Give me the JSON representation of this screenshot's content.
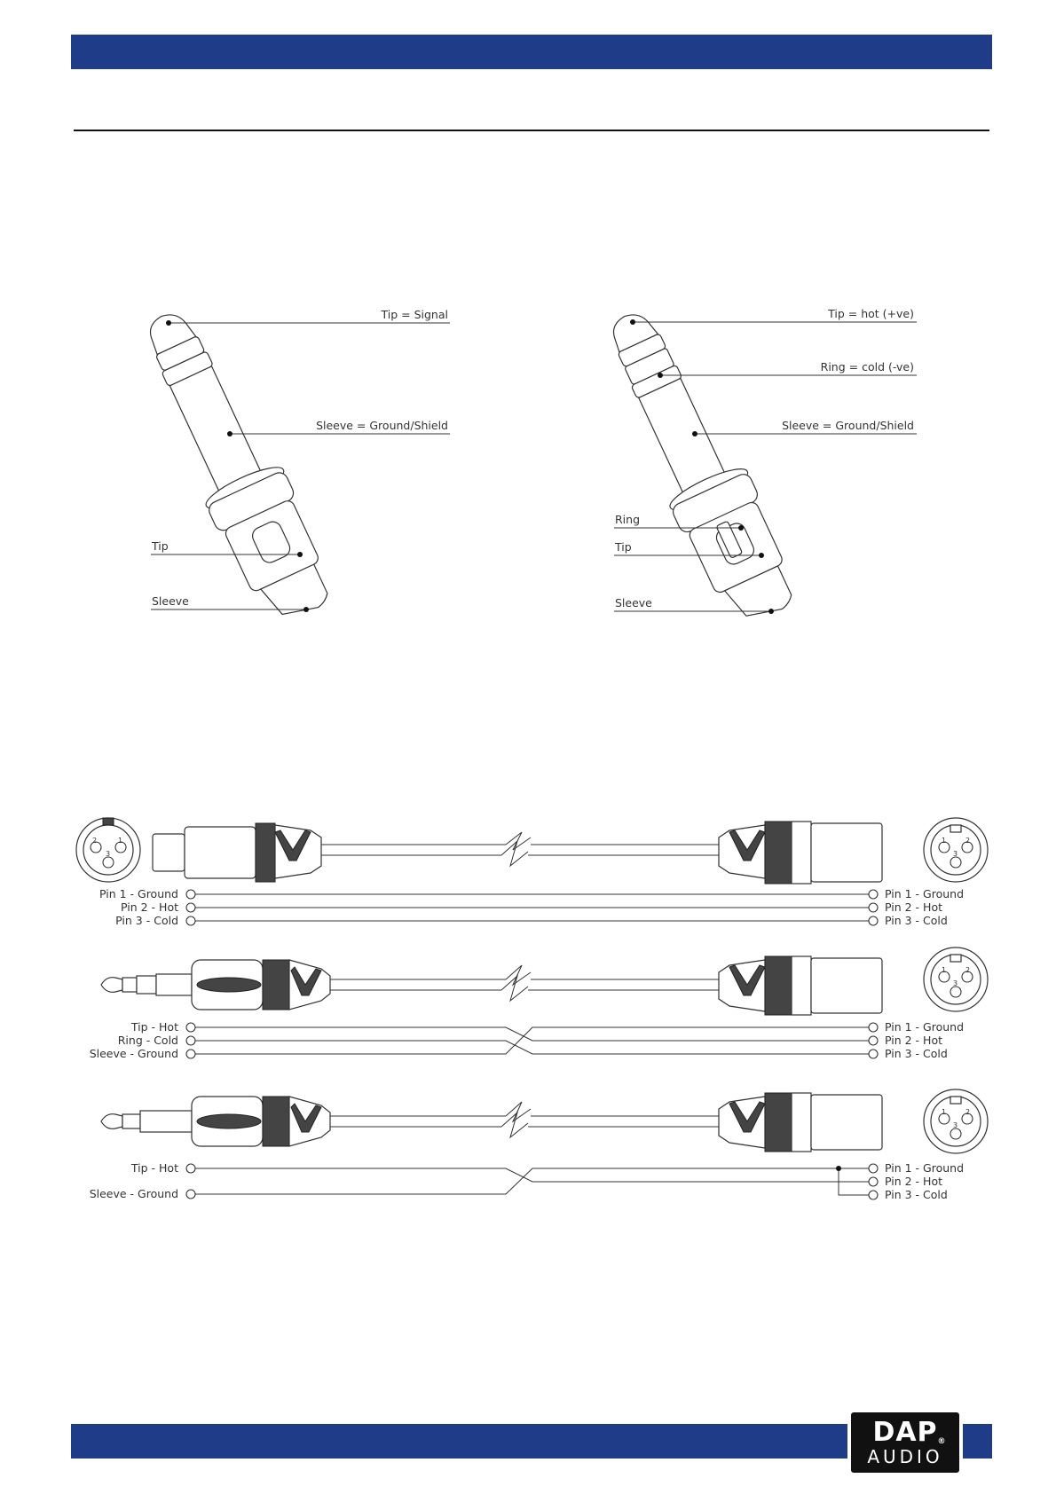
{
  "colors": {
    "brand": "#1f3c88"
  },
  "mono_jack": {
    "callouts": {
      "tip_signal": "Tip = Signal",
      "sleeve_ground": "Sleeve = Ground/Shield",
      "tip": "Tip",
      "sleeve": "Sleeve"
    }
  },
  "stereo_jack": {
    "callouts": {
      "tip_hot": "Tip = hot (+ve)",
      "ring_cold": "Ring = cold (-ve)",
      "sleeve_ground": "Sleeve = Ground/Shield",
      "ring": "Ring",
      "tip": "Tip",
      "sleeve": "Sleeve"
    }
  },
  "cable_xlr_xlr": {
    "left": [
      "Pin 1 - Ground",
      "Pin 2 - Hot",
      "Pin 3 - Cold"
    ],
    "right": [
      "Pin 1 - Ground",
      "Pin 2 - Hot",
      "Pin 3 - Cold"
    ],
    "left_face_pins": [
      "2",
      "1",
      "3"
    ],
    "right_face_pins": [
      "1",
      "2",
      "3"
    ]
  },
  "cable_trs_xlr": {
    "left": [
      "Tip - Hot",
      "Ring - Cold",
      "Sleeve - Ground"
    ],
    "right": [
      "Pin 1 - Ground",
      "Pin 2 - Hot",
      "Pin 3 - Cold"
    ],
    "right_face_pins": [
      "1",
      "2",
      "3"
    ]
  },
  "cable_ts_xlr": {
    "left": [
      "Tip - Hot",
      "Sleeve - Ground"
    ],
    "right": [
      "Pin 1 - Ground",
      "Pin 2 - Hot",
      "Pin 3 - Cold"
    ],
    "right_face_pins": [
      "1",
      "2",
      "3"
    ]
  },
  "logo": {
    "top": "DAP",
    "registered": "®",
    "bottom": "AUDIO"
  }
}
